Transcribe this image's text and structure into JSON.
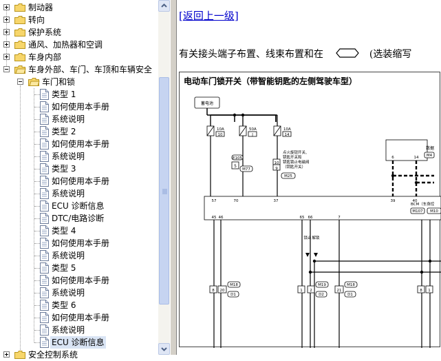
{
  "tree": {
    "items": [
      {
        "label": "制动器",
        "expander": "plus"
      },
      {
        "label": "转向",
        "expander": "plus"
      },
      {
        "label": "保护系统",
        "expander": "plus"
      },
      {
        "label": "通风、加热器和空调",
        "expander": "plus"
      },
      {
        "label": "车身内部",
        "expander": "plus"
      },
      {
        "label": "车身外部、车门、车顶和车辆安全",
        "expander": "minus"
      },
      {
        "label": "车门和锁",
        "expander": "minus"
      },
      {
        "label": "类型 1"
      },
      {
        "label": "如何使用本手册"
      },
      {
        "label": "系统说明"
      },
      {
        "label": "类型 2"
      },
      {
        "label": "如何使用本手册"
      },
      {
        "label": "系统说明"
      },
      {
        "label": "类型 3"
      },
      {
        "label": "如何使用本手册"
      },
      {
        "label": "系统说明"
      },
      {
        "label": "ECU 诊断信息"
      },
      {
        "label": "DTC/电路诊断"
      },
      {
        "label": "类型 4"
      },
      {
        "label": "如何使用本手册"
      },
      {
        "label": "系统说明"
      },
      {
        "label": "类型 5"
      },
      {
        "label": "如何使用本手册"
      },
      {
        "label": "系统说明"
      },
      {
        "label": "类型 6"
      },
      {
        "label": "如何使用本手册"
      },
      {
        "label": "系统说明"
      },
      {
        "label": "ECU 诊断信息",
        "selected": true
      },
      {
        "label": "安全控制系统",
        "expander": "plus"
      }
    ]
  },
  "content": {
    "back_link": "[返回上一级]",
    "intro_text": "有关接头端子布置、线束布置和在",
    "intro_suffix": "(选装缩写",
    "diagram_title": "电动车门锁开关（带智能钥匙的左侧驾驶车型）"
  },
  "diagram": {
    "battery": "蓄电池",
    "fuses": [
      {
        "amp": "10A",
        "num": "10"
      },
      {
        "amp": "50A",
        "num": "J"
      },
      {
        "amp": "10A",
        "num": "14"
      }
    ],
    "conn_e105": "E105",
    "pin_5": "5",
    "conn_m77": "M77",
    "ign_label": [
      "点火旋钮开关、",
      "钥匙开关和",
      "钥匙锁止电磁阀",
      "（钥匙开关）"
    ],
    "ign_pins": [
      "10",
      "9"
    ],
    "conn_m25": "M25",
    "data_label": "数据",
    "m4": "M4",
    "top_pins": [
      "57",
      "70",
      "37",
      "39",
      "40"
    ],
    "small_pins": [
      "6",
      "14"
    ],
    "bcm_label": "BCM（车身控",
    "bcm_conns": [
      "M107",
      "M10"
    ],
    "bottom_pins": [
      "45",
      "46",
      "65",
      "66",
      "7"
    ],
    "arrow_labels": [
      "锁止",
      "解锁"
    ],
    "m18a": "M18",
    "m18a_pins": [
      "8",
      "20"
    ],
    "d1a": "D1",
    "m19": "M19",
    "m19_pins": [
      "1",
      "2"
    ],
    "d2": "D2",
    "m18b": "M18",
    "m18b_pin": "21",
    "d1b": "D1",
    "right_pins": [
      "8",
      "1"
    ]
  }
}
